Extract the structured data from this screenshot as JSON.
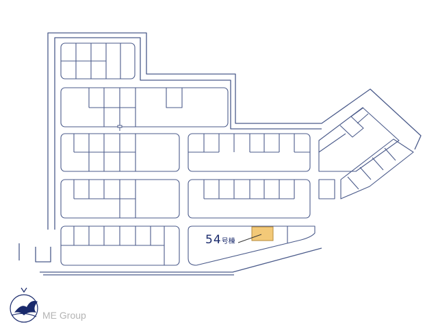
{
  "map": {
    "highlight_plot": {
      "number": "54",
      "suffix": "号棟",
      "color": "#f3c978"
    },
    "line_color": "#4a5a8a",
    "compass_icon": "north-arrow-compass-icon",
    "brand_logo_icon": "bird-logo-icon",
    "brand_name": "ME Group"
  }
}
